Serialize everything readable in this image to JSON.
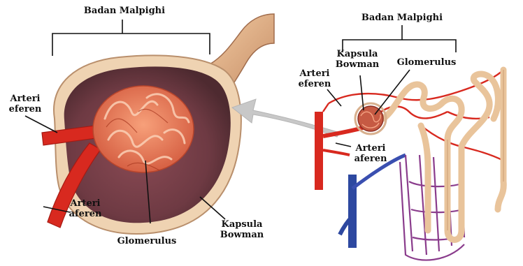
{
  "left_figure": {
    "badan_malpighi": "Badan Malpighi",
    "arteri_eferen": [
      "Arteri",
      "eferen"
    ],
    "arteri_aferen": [
      "Arteri",
      "aferen"
    ],
    "glomerulus": "Glomerulus",
    "kapsula_bowman": [
      "Kapsula",
      "Bowman"
    ]
  },
  "right_figure": {
    "badan_malpighi": "Badan Malpighi",
    "kapsula_bowman": [
      "Kapsula",
      "Bowman"
    ],
    "glomerulus": "Glomerulus",
    "arteri_eferen": [
      "Arteri",
      "eferen"
    ],
    "arteri_aferen": [
      "Arteri",
      "aferen"
    ]
  }
}
